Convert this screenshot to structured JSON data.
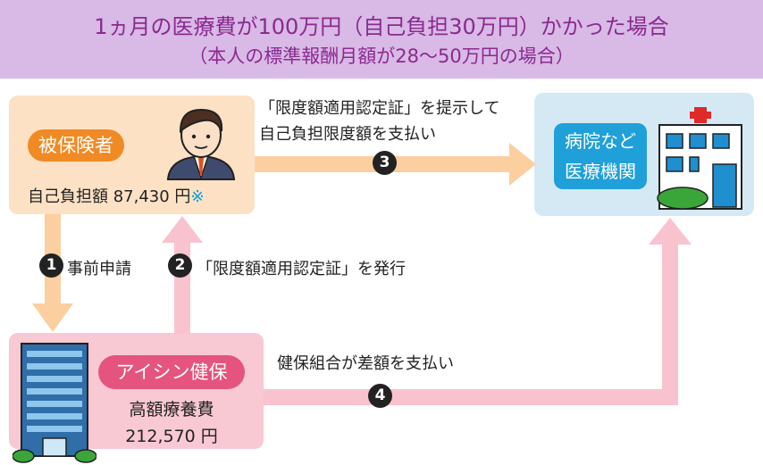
{
  "header": {
    "title": "1ヵ月の医療費が100万円（自己負担30万円）かかった場合",
    "subtitle": "（本人の標準報酬月額が28〜50万円の場合）"
  },
  "insured": {
    "label": "被保険者",
    "copay_text": "自己負担額 87,430 円",
    "copay_mark": "※"
  },
  "hospital": {
    "label_line1": "病院など",
    "label_line2": "医療機関"
  },
  "aisin": {
    "label": "アイシン健保",
    "benefit_label": "高額療養費",
    "benefit_amount": "212,570 円"
  },
  "steps": {
    "step1": {
      "number": "1",
      "text": "事前申請"
    },
    "step2": {
      "number": "2",
      "text": "「限度額適用認定証」を発行"
    },
    "step3": {
      "number": "3",
      "line1": "「限度額適用認定証」を提示して",
      "line2": "自己負担限度額を支払い"
    },
    "step4": {
      "number": "4",
      "text": "健保組合が差額を支払い"
    }
  },
  "colors": {
    "banner": "#d9b9e6",
    "title_text": "#8a2a8f",
    "insured_bg": "#fde1c4",
    "insured_pill": "#f08a24",
    "hospital_bg": "#d5e9f5",
    "hospital_pill": "#20a0d8",
    "aisin_bg": "#f8c8d3",
    "aisin_pill": "#e5547e",
    "arrow_orange": "#fbcf9f",
    "arrow_pink": "#f8c3cf",
    "copay_mark": "#00a0d8"
  },
  "icons": [
    "person-icon",
    "hospital-building-icon",
    "office-building-icon"
  ]
}
